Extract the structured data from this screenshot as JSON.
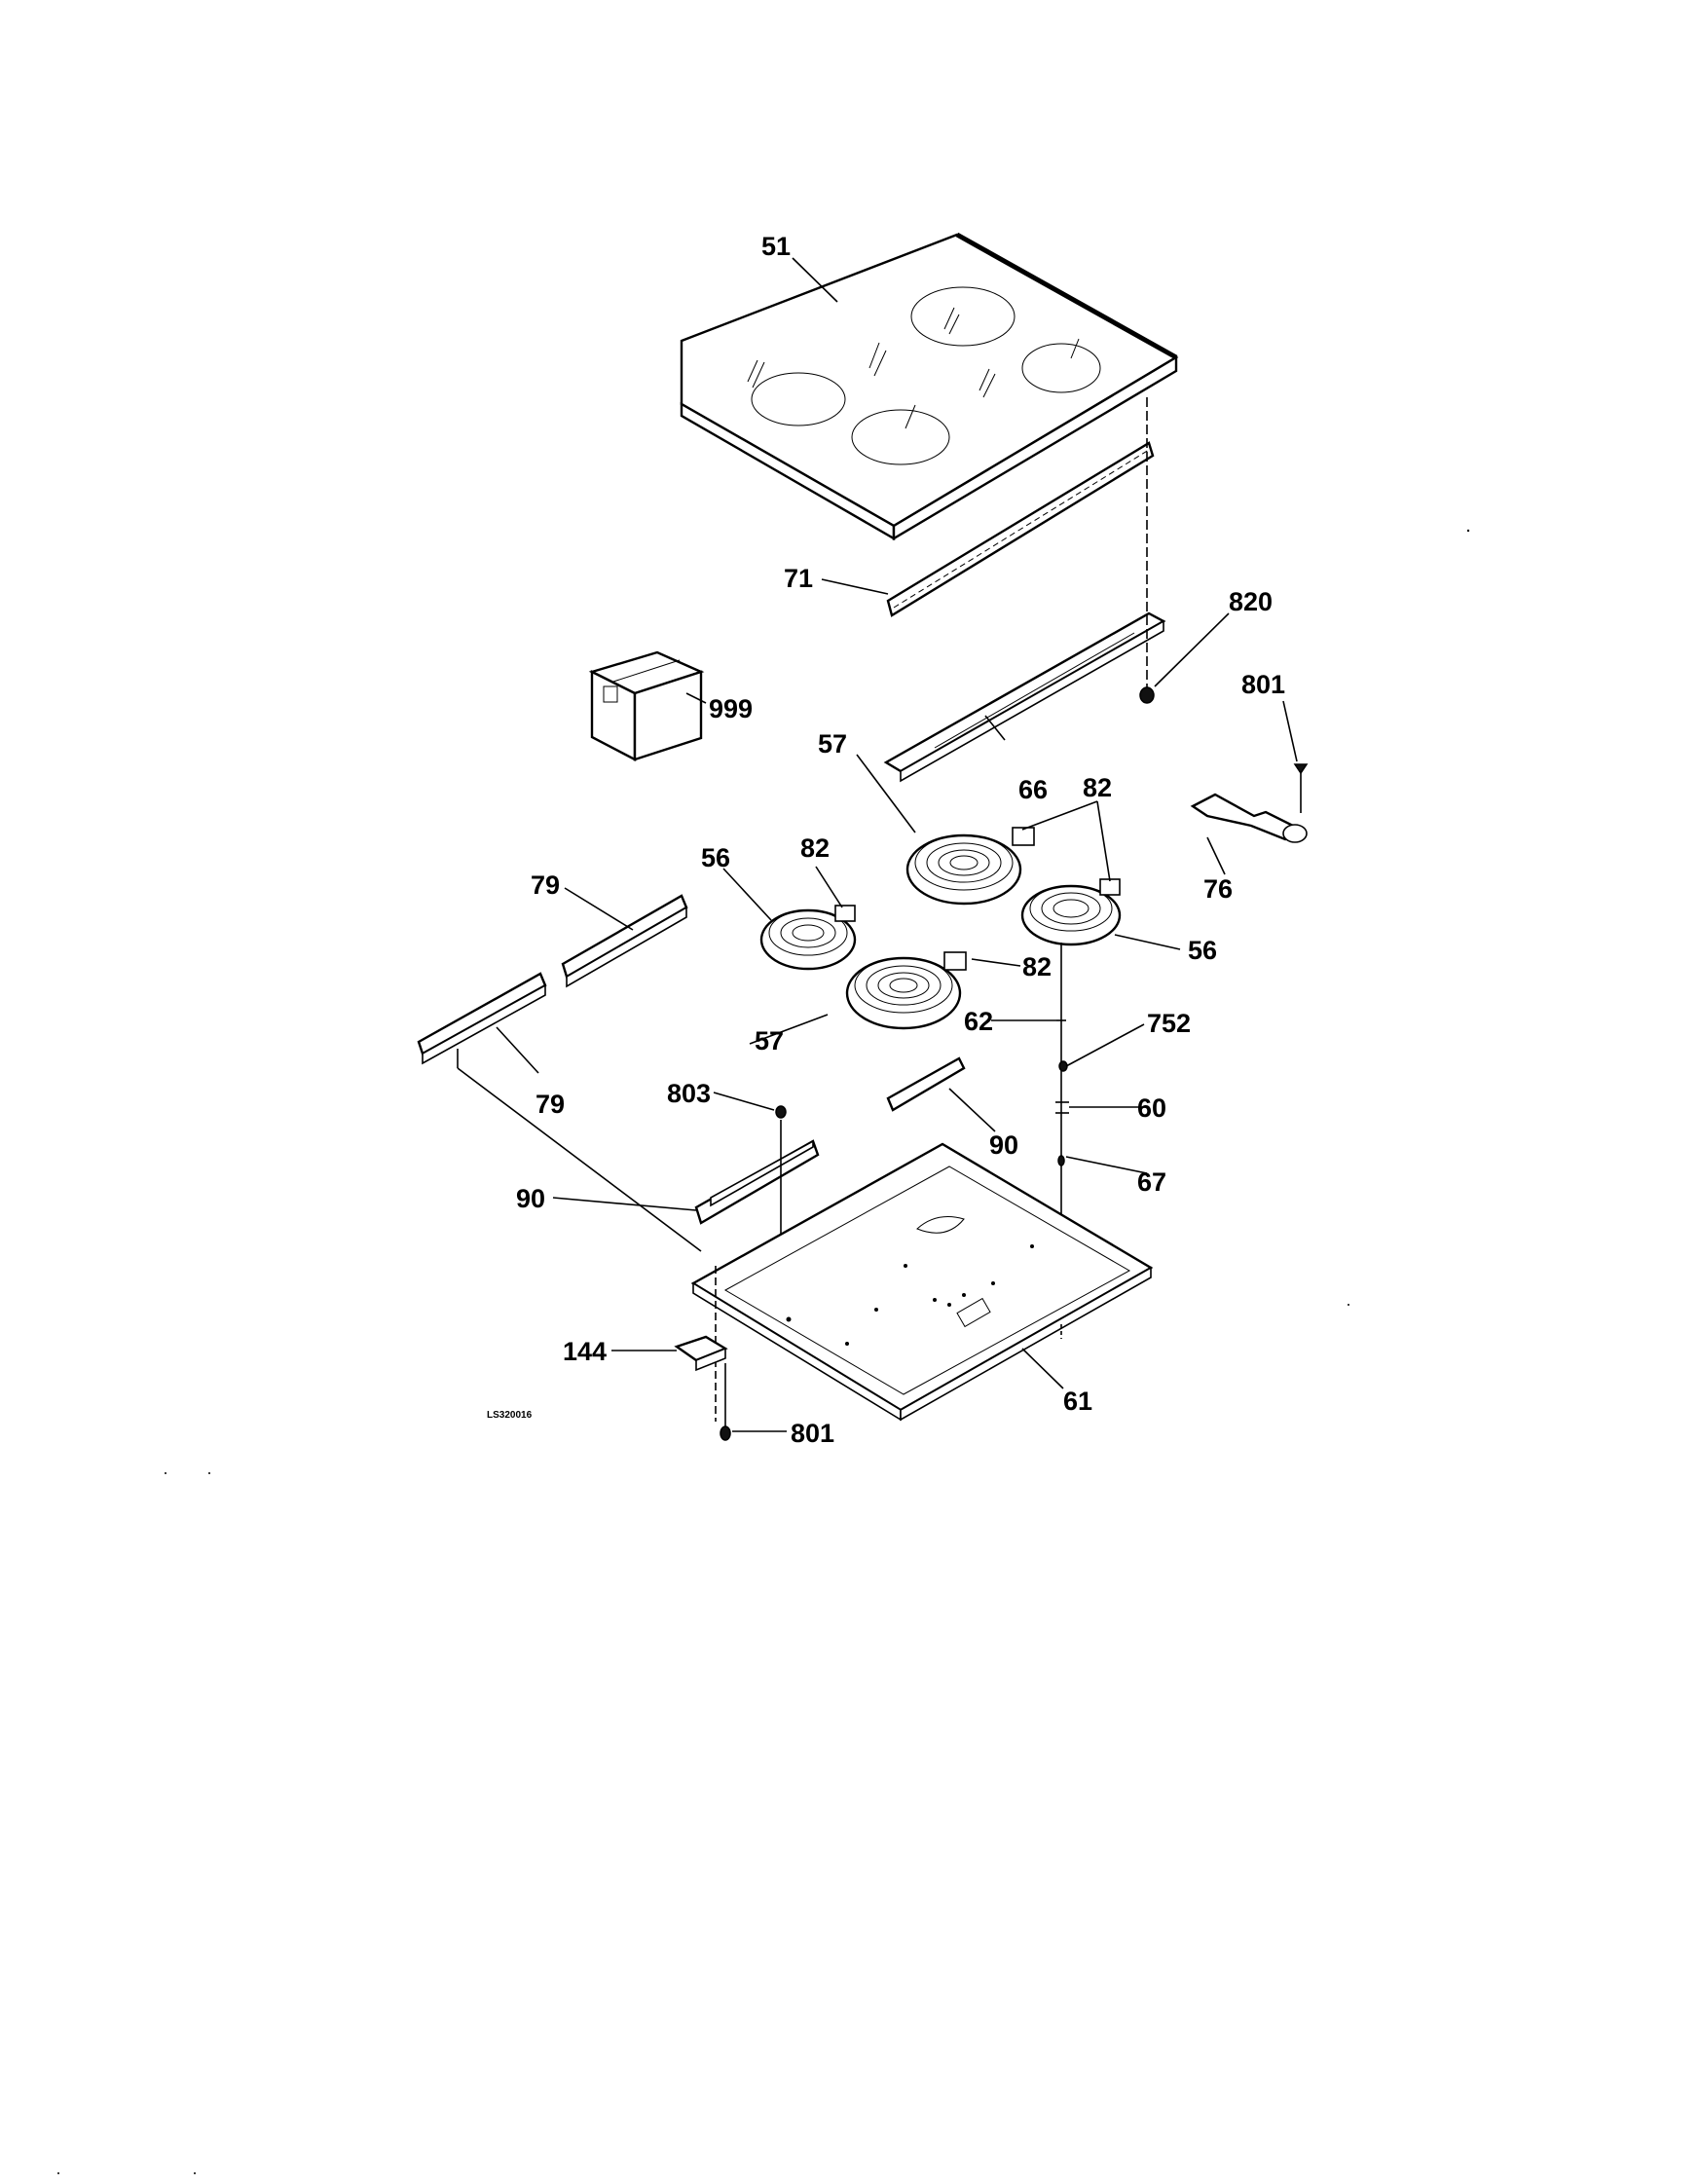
{
  "diagram": {
    "drawing_code": "LS320016",
    "callouts": {
      "c51": "51",
      "c71": "71",
      "c820": "820",
      "c999": "999",
      "c801_top": "801",
      "c57_top": "57",
      "c66": "66",
      "c82_top": "82",
      "c76": "76",
      "c79_top": "79",
      "c56_left": "56",
      "c82_left": "82",
      "c82_mid": "82",
      "c56_right": "56",
      "c57_bottom": "57",
      "c62": "62",
      "c752": "752",
      "c79_bottom": "79",
      "c803": "803",
      "c90_right": "90",
      "c60": "60",
      "c67": "67",
      "c90_left": "90",
      "c144": "144",
      "c61": "61",
      "c801_bottom": "801"
    }
  }
}
